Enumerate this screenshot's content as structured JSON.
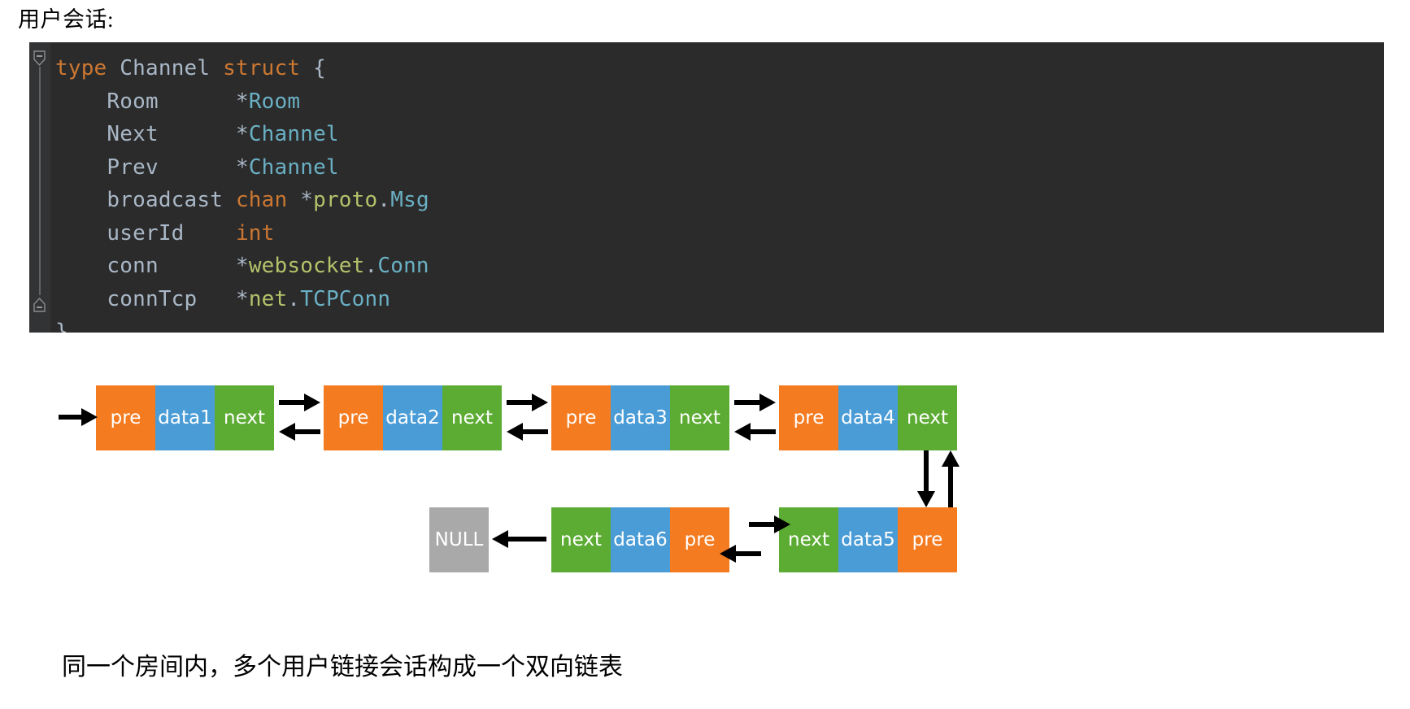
{
  "heading": "用户会话:",
  "code": {
    "language": "go",
    "background": "#2b2b2b",
    "fold_markers": [
      "fold-open-minus",
      "fold-close-minus"
    ],
    "lines": [
      [
        {
          "t": "type ",
          "c": "kw"
        },
        {
          "t": "Channel ",
          "c": "id"
        },
        {
          "t": "struct",
          "c": "kw"
        },
        {
          "t": " {",
          "c": "plain"
        }
      ],
      [
        {
          "t": "    Room      ",
          "c": "id"
        },
        {
          "t": "*",
          "c": "plain"
        },
        {
          "t": "Room",
          "c": "type"
        }
      ],
      [
        {
          "t": "    Next      ",
          "c": "id"
        },
        {
          "t": "*",
          "c": "plain"
        },
        {
          "t": "Channel",
          "c": "type"
        }
      ],
      [
        {
          "t": "    Prev      ",
          "c": "id"
        },
        {
          "t": "*",
          "c": "plain"
        },
        {
          "t": "Channel",
          "c": "type"
        }
      ],
      [
        {
          "t": "    broadcast ",
          "c": "id"
        },
        {
          "t": "chan",
          "c": "kw"
        },
        {
          "t": " *",
          "c": "plain"
        },
        {
          "t": "proto",
          "c": "pkg"
        },
        {
          "t": ".",
          "c": "plain"
        },
        {
          "t": "Msg",
          "c": "type"
        }
      ],
      [
        {
          "t": "    userId    ",
          "c": "id"
        },
        {
          "t": "int",
          "c": "kw"
        }
      ],
      [
        {
          "t": "    conn      ",
          "c": "id"
        },
        {
          "t": "*",
          "c": "plain"
        },
        {
          "t": "websocket",
          "c": "pkg"
        },
        {
          "t": ".",
          "c": "plain"
        },
        {
          "t": "Conn",
          "c": "type"
        }
      ],
      [
        {
          "t": "    connTcp   ",
          "c": "id"
        },
        {
          "t": "*",
          "c": "plain"
        },
        {
          "t": "net",
          "c": "pkg"
        },
        {
          "t": ".",
          "c": "plain"
        },
        {
          "t": "TCPConn",
          "c": "type"
        }
      ],
      [
        {
          "t": "}",
          "c": "plain"
        }
      ]
    ]
  },
  "diagram": {
    "colors": {
      "pre": "#f47b20",
      "data": "#4a9cd6",
      "next": "#5cab33",
      "null": "#a9a9a9",
      "arrow": "#000000"
    },
    "labels": {
      "pre": "pre",
      "next": "next",
      "null": "NULL"
    },
    "row1": [
      {
        "cells": [
          {
            "text": "pre",
            "kind": "pre"
          },
          {
            "text": "data1",
            "kind": "data"
          },
          {
            "text": "next",
            "kind": "next"
          }
        ]
      },
      {
        "cells": [
          {
            "text": "pre",
            "kind": "pre"
          },
          {
            "text": "data2",
            "kind": "data"
          },
          {
            "text": "next",
            "kind": "next"
          }
        ]
      },
      {
        "cells": [
          {
            "text": "pre",
            "kind": "pre"
          },
          {
            "text": "data3",
            "kind": "data"
          },
          {
            "text": "next",
            "kind": "next"
          }
        ]
      },
      {
        "cells": [
          {
            "text": "pre",
            "kind": "pre"
          },
          {
            "text": "data4",
            "kind": "data"
          },
          {
            "text": "next",
            "kind": "next"
          }
        ]
      }
    ],
    "row2": [
      {
        "cells": [
          {
            "text": "NULL",
            "kind": "null"
          }
        ]
      },
      {
        "cells": [
          {
            "text": "next",
            "kind": "next"
          },
          {
            "text": "data6",
            "kind": "data"
          },
          {
            "text": "pre",
            "kind": "pre"
          }
        ]
      },
      {
        "cells": [
          {
            "text": "next",
            "kind": "next"
          },
          {
            "text": "data5",
            "kind": "data"
          },
          {
            "text": "pre",
            "kind": "pre"
          }
        ]
      }
    ]
  },
  "caption": "同一个房间内，多个用户链接会话构成一个双向链表"
}
